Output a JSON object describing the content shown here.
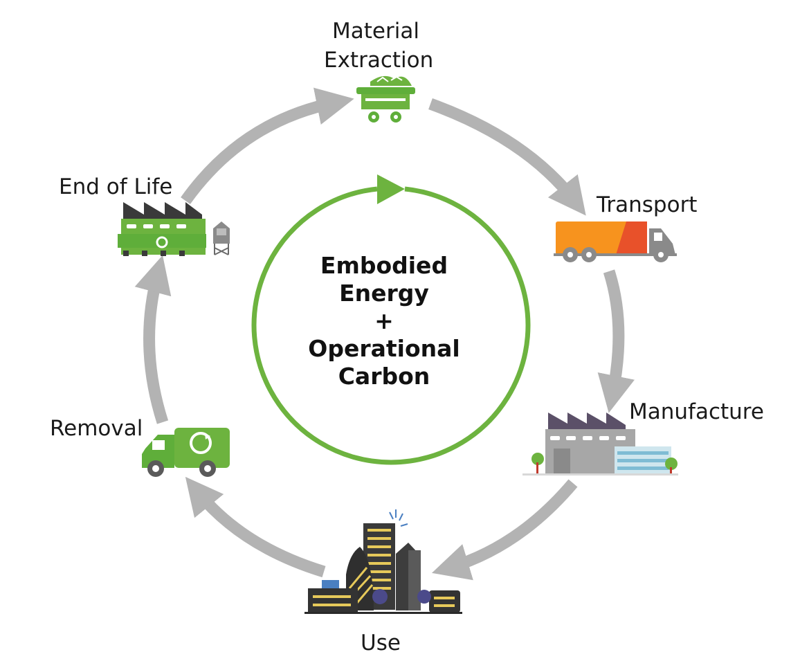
{
  "diagram": {
    "center": {
      "line1": "Embodied",
      "line2": "Energy",
      "line3": "+",
      "line4": "Operational",
      "line5": "Carbon"
    },
    "stages": {
      "material_extraction": {
        "line1": "Material",
        "line2": "Extraction",
        "icon": "mine-cart-icon"
      },
      "transport": {
        "label": "Transport",
        "icon": "truck-icon"
      },
      "manufacture": {
        "label": "Manufacture",
        "icon": "factory-icon"
      },
      "use": {
        "label": "Use",
        "icon": "city-buildings-icon"
      },
      "removal": {
        "label": "Removal",
        "icon": "recycling-truck-icon"
      },
      "end_of_life": {
        "label": "End of Life",
        "icon": "recycling-factory-icon"
      }
    },
    "colors": {
      "arrow_gray": "#b3b3b3",
      "cycle_green": "#6db33f",
      "icon_green": "#5fae3a",
      "truck_orange": "#f7931e",
      "truck_red": "#e8512a",
      "factory_gray": "#8a8a8a"
    }
  }
}
